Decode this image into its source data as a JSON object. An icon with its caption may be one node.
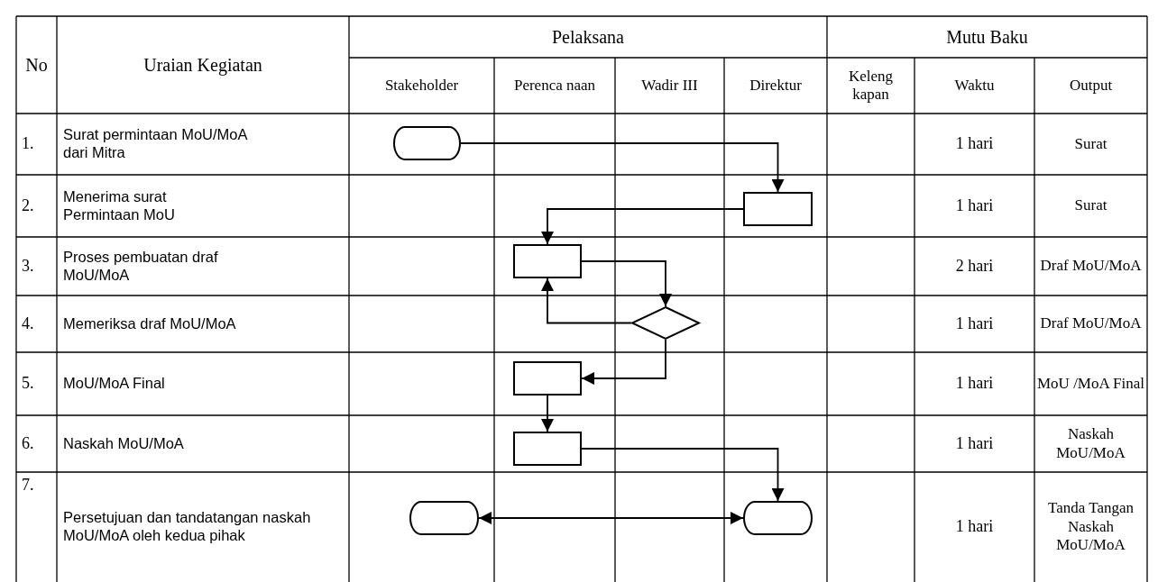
{
  "diagram": {
    "nodes": [
      {
        "text": [],
        "shape": "pill"
      },
      {
        "text": [],
        "shape": "box"
      },
      {
        "text": [],
        "shape": "box"
      },
      {
        "text": [],
        "shape": "diamond"
      },
      {
        "text": [],
        "shape": "box"
      },
      {
        "text": [],
        "shape": "box"
      },
      {
        "text": [],
        "shape": "pill"
      },
      {
        "text": [],
        "shape": "pill"
      }
    ],
    "edges": [
      {
        "from": 0,
        "to": 1,
        "arrow": "to"
      },
      {
        "from": 1,
        "to": 2,
        "arrow": "to"
      },
      {
        "from": 2,
        "to": 3,
        "arrow": "to"
      },
      {
        "from": 3,
        "to": 2,
        "arrow": "to"
      },
      {
        "from": 3,
        "to": 4,
        "arrow": "to"
      },
      {
        "from": 4,
        "to": 5,
        "arrow": "to"
      },
      {
        "from": 5,
        "to": 7,
        "arrow": "to"
      },
      {
        "from": 6,
        "to": 7,
        "arrow": "both"
      }
    ],
    "labels": [
      "No",
      "Uraian Kegiatan",
      "Pelaksana",
      "Mutu Baku",
      "Stakeholder",
      "Perenca naan",
      "Wadir III",
      "Direktur",
      "Keleng kapan",
      "Waktu",
      "Output",
      "1.",
      "Surat permintaan MoU/MoA dari Mitra",
      "1 hari",
      "Surat",
      "2.",
      "Menerima surat Permintaan MoU",
      "1 hari",
      "Surat",
      "3.",
      "Proses pembuatan draf MoU/MoA",
      "2 hari",
      "Draf MoU/MoA",
      "4.",
      "Memeriksa draf MoU/MoA",
      "1 hari",
      "Draf MoU/MoA",
      "5.",
      "MoU/MoA Final",
      "1 hari",
      "MoU /MoA Final",
      "6.",
      "Naskah MoU/MoA",
      "1 hari",
      "Naskah MoU/MoA",
      "7.",
      "Persetujuan dan tandatangan naskah MoU/MoA oleh kedua  pihak",
      "1 hari",
      "Tanda Tangan Naskah MoU/MoA"
    ]
  }
}
